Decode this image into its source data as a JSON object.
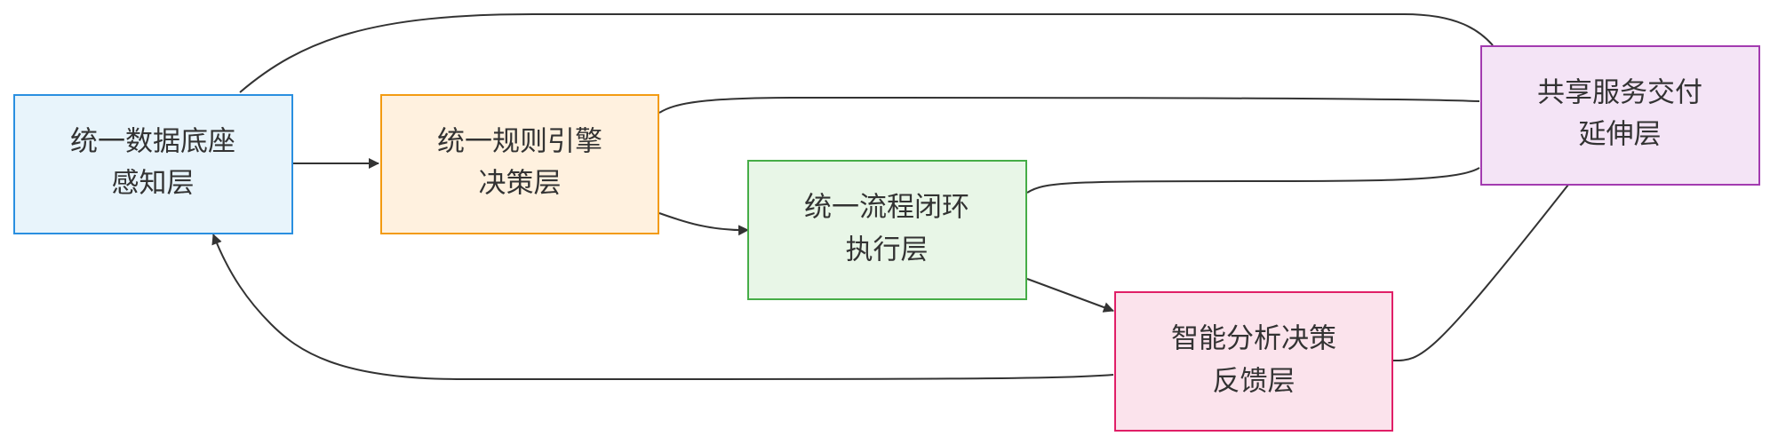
{
  "diagram": {
    "nodes": [
      {
        "id": "perception",
        "line1": "统一数据底座",
        "line2": "感知层",
        "fill": "#e8f4fb",
        "stroke": "#2a8fe0"
      },
      {
        "id": "decision",
        "line1": "统一规则引擎",
        "line2": "决策层",
        "fill": "#fff1df",
        "stroke": "#f39b12"
      },
      {
        "id": "execution",
        "line1": "统一流程闭环",
        "line2": "执行层",
        "fill": "#e8f6e7",
        "stroke": "#46ad47"
      },
      {
        "id": "feedback",
        "line1": "智能分析决策",
        "line2": "反馈层",
        "fill": "#fbe3ec",
        "stroke": "#e01f67"
      },
      {
        "id": "extension",
        "line1": "共享服务交付",
        "line2": "延伸层",
        "fill": "#f4e4f6",
        "stroke": "#a33bb0"
      }
    ]
  }
}
